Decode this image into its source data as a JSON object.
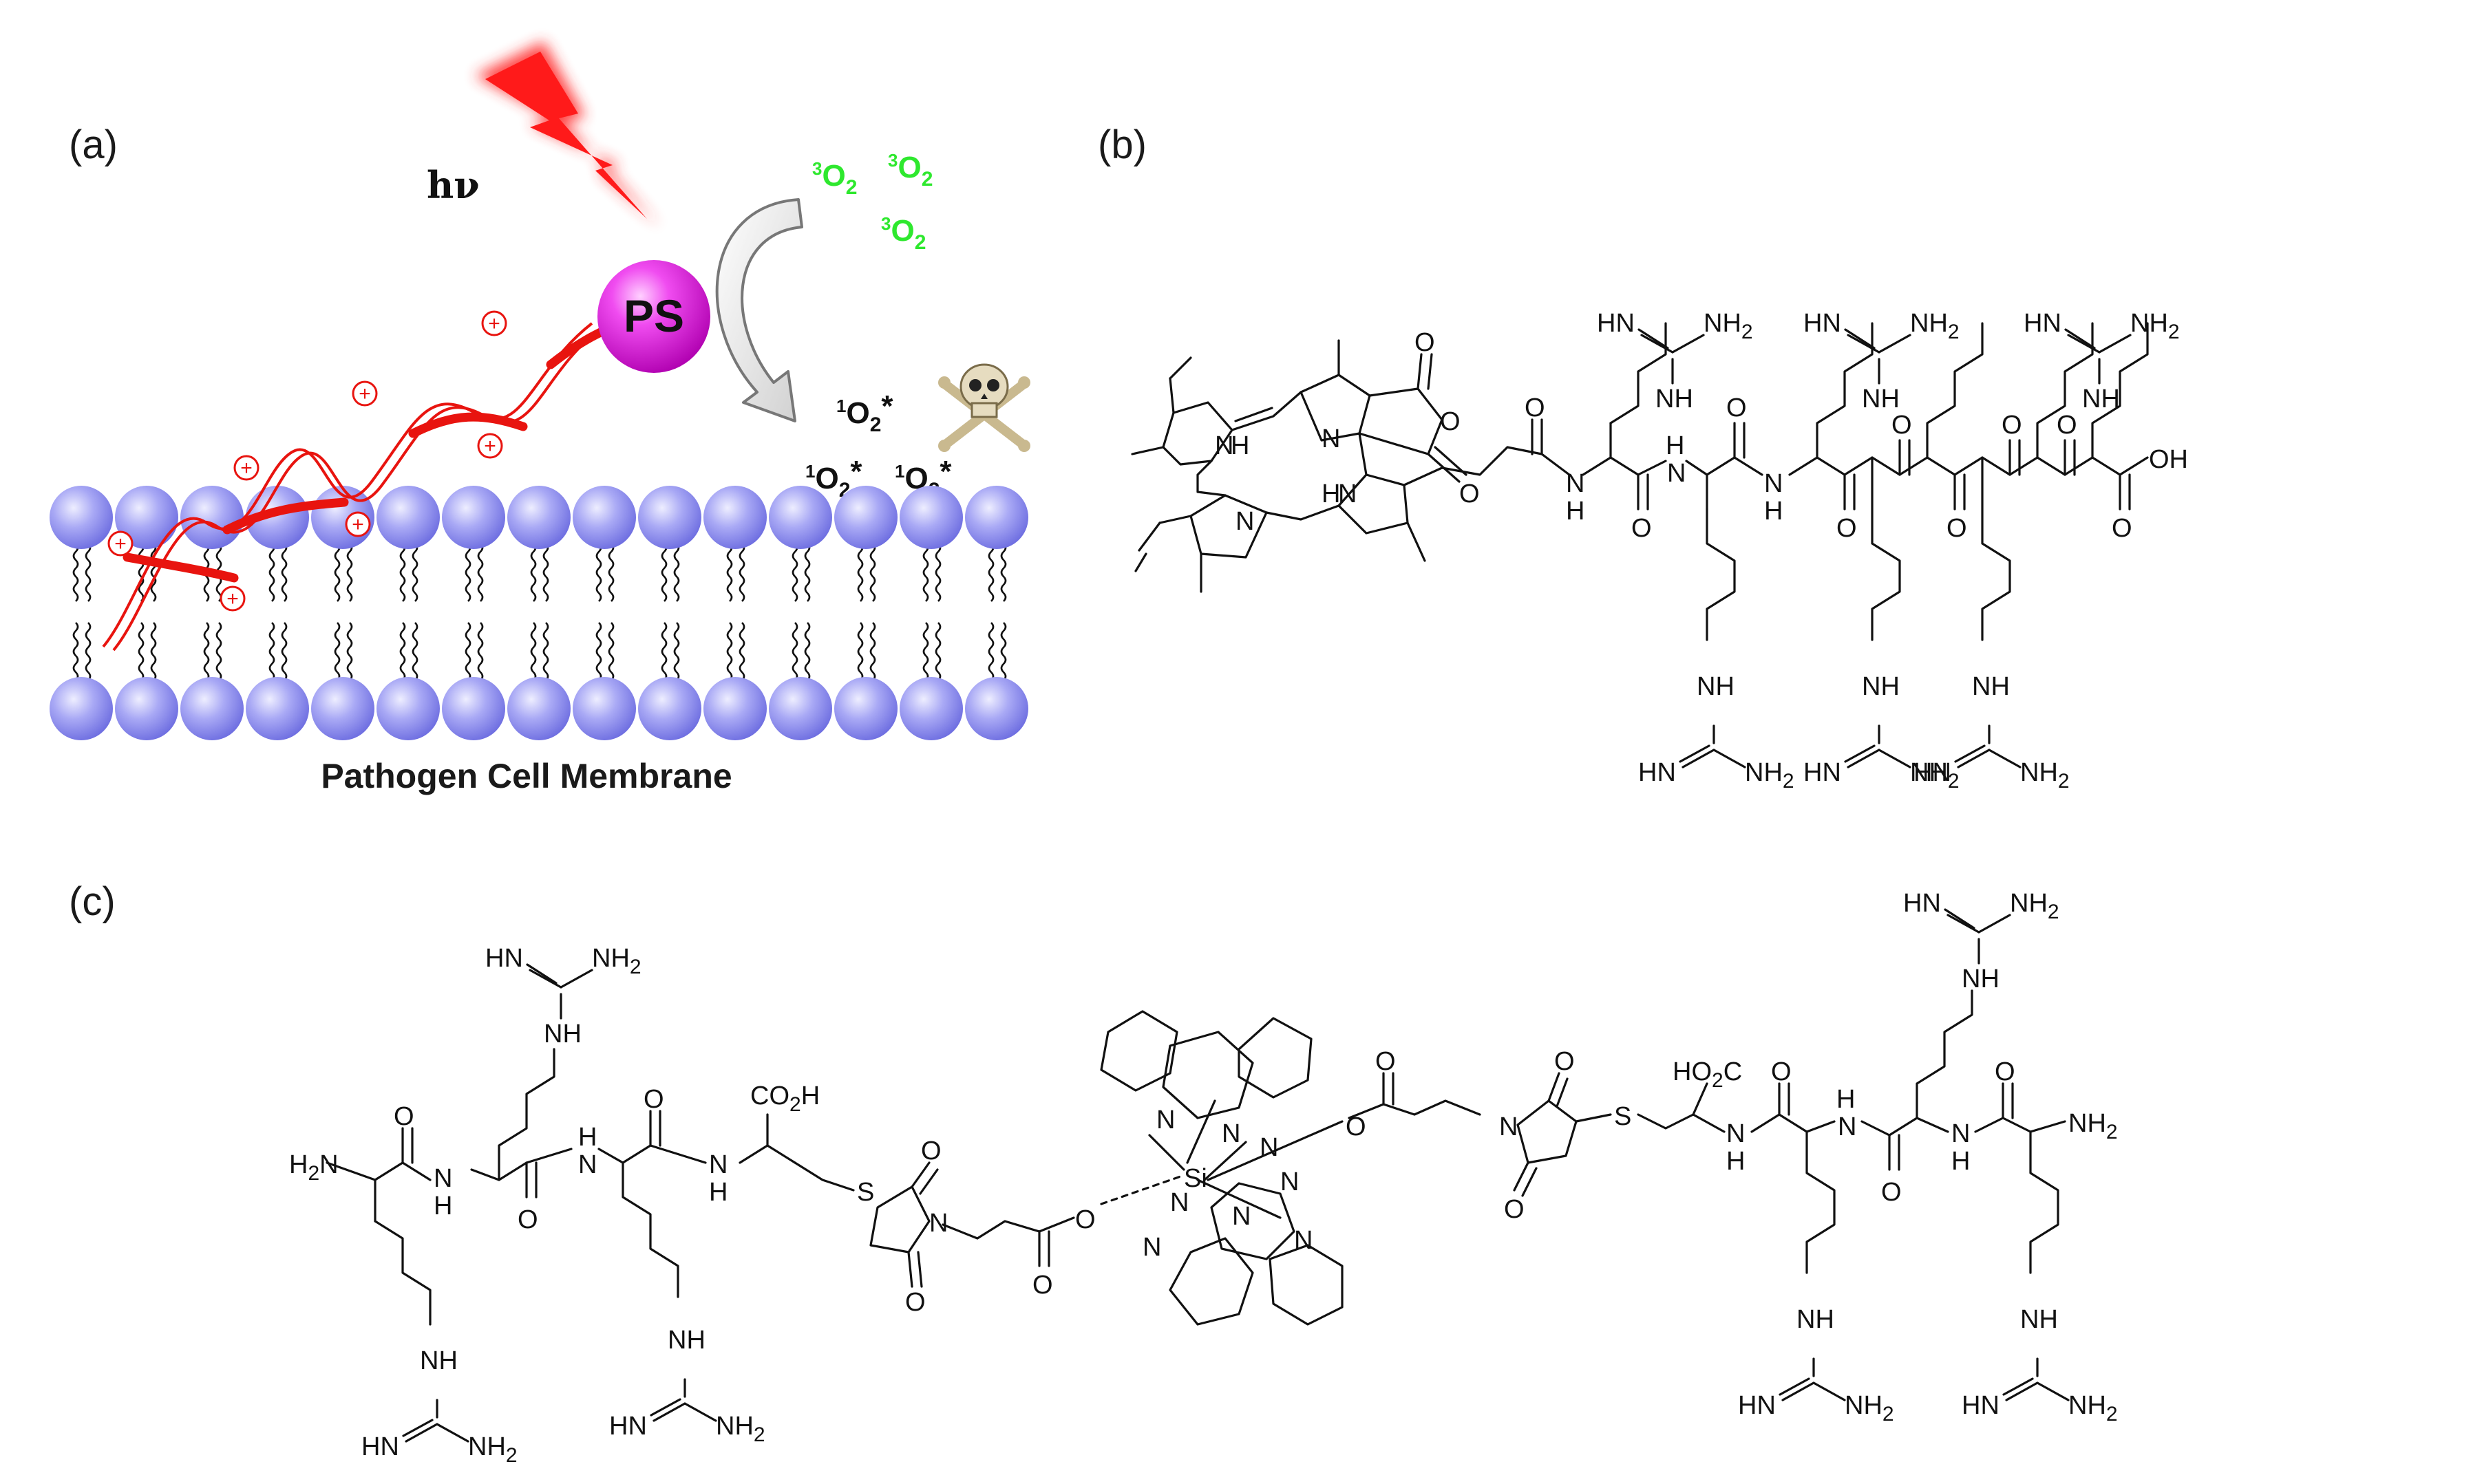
{
  "panels": {
    "a": {
      "label": "(a)"
    },
    "b": {
      "label": "(b)"
    },
    "c": {
      "label": "(c)"
    }
  },
  "panel_a": {
    "light": "hν",
    "photosensitizer": "PS",
    "triplet_oxygen": {
      "base": "O",
      "sub": "2",
      "sup": "3",
      "count": 3,
      "color": "#2ee82e"
    },
    "singlet_oxygen": {
      "base": "O",
      "sub": "2",
      "sup": "1",
      "star": "*",
      "count": 3
    },
    "membrane_title": "Pathogen Cell Membrane",
    "cation_symbol": "+",
    "icons": [
      "lightning-bolt-icon",
      "skull-crossbones-icon",
      "curved-arrow-icon"
    ],
    "colors": {
      "lipid_head": "#9b9bf0",
      "ps": "#e11ee1",
      "lightning": "#ff1a1a",
      "peptide": "#e8140f"
    }
  },
  "chem": {
    "hn": "HN",
    "nh": "NH",
    "nh2": "NH",
    "sub2": "2",
    "h2n": "H",
    "n": "N",
    "h": "H",
    "o": "O",
    "s": "S",
    "si": "Si",
    "oh": "OH",
    "co2h": "CO",
    "co2h_h": "H",
    "ho2c": "HO",
    "ho2c_c": "C"
  }
}
